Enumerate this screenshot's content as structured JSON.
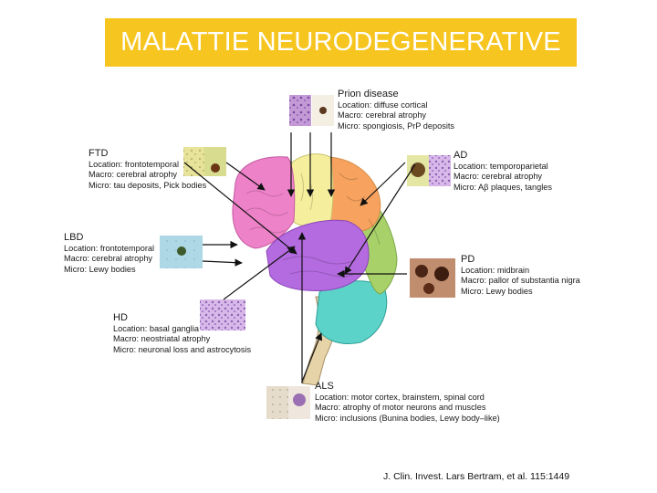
{
  "title": "MALATTIE NEURODEGENERATIVE",
  "citation": "J. Clin. Invest. Lars Bertram, et al. 115:1449",
  "diseases": {
    "prion": {
      "name": "Prion disease",
      "location": "Location: diffuse cortical",
      "macro": "Macro: cerebral atrophy",
      "micro": "Micro: spongiosis, PrP deposits"
    },
    "ftd": {
      "name": "FTD",
      "location": "Location: frontotemporal",
      "macro": "Macro: cerebral atrophy",
      "micro": "Micro: tau deposits, Pick bodies"
    },
    "ad": {
      "name": "AD",
      "location": "Location: temporoparietal",
      "macro": "Macro: cerebral atrophy",
      "micro": "Micro: Aβ plaques, tangles"
    },
    "lbd": {
      "name": "LBD",
      "location": "Location: frontotemporal",
      "macro": "Macro: cerebral atrophy",
      "micro": "Micro: Lewy bodies"
    },
    "pd": {
      "name": "PD",
      "location": "Location: midbrain",
      "macro": "Macro: pallor of substantia nigra",
      "micro": "Micro: Lewy bodies"
    },
    "hd": {
      "name": "HD",
      "location": "Location: basal ganglia",
      "macro": "Macro: neostriatal atrophy",
      "micro": "Micro: neuronal loss and astrocytosis"
    },
    "als": {
      "name": "ALS",
      "location": "Location: motor cortex, brainstem, spinal cord",
      "macro": "Macro: atrophy of motor neurons and muscles",
      "micro": "Micro: inclusions (Bunina bodies, Lewy body–like)"
    }
  },
  "colors": {
    "title_bg": "#f7c520",
    "frontal": "#ee82c8",
    "parietal": "#f7a35f",
    "central": "#f5ee9d",
    "temporal": "#b56be0",
    "occipital": "#a8d16a",
    "cerebellum": "#5cd3c9",
    "brainstem": "#e6d3a8"
  }
}
